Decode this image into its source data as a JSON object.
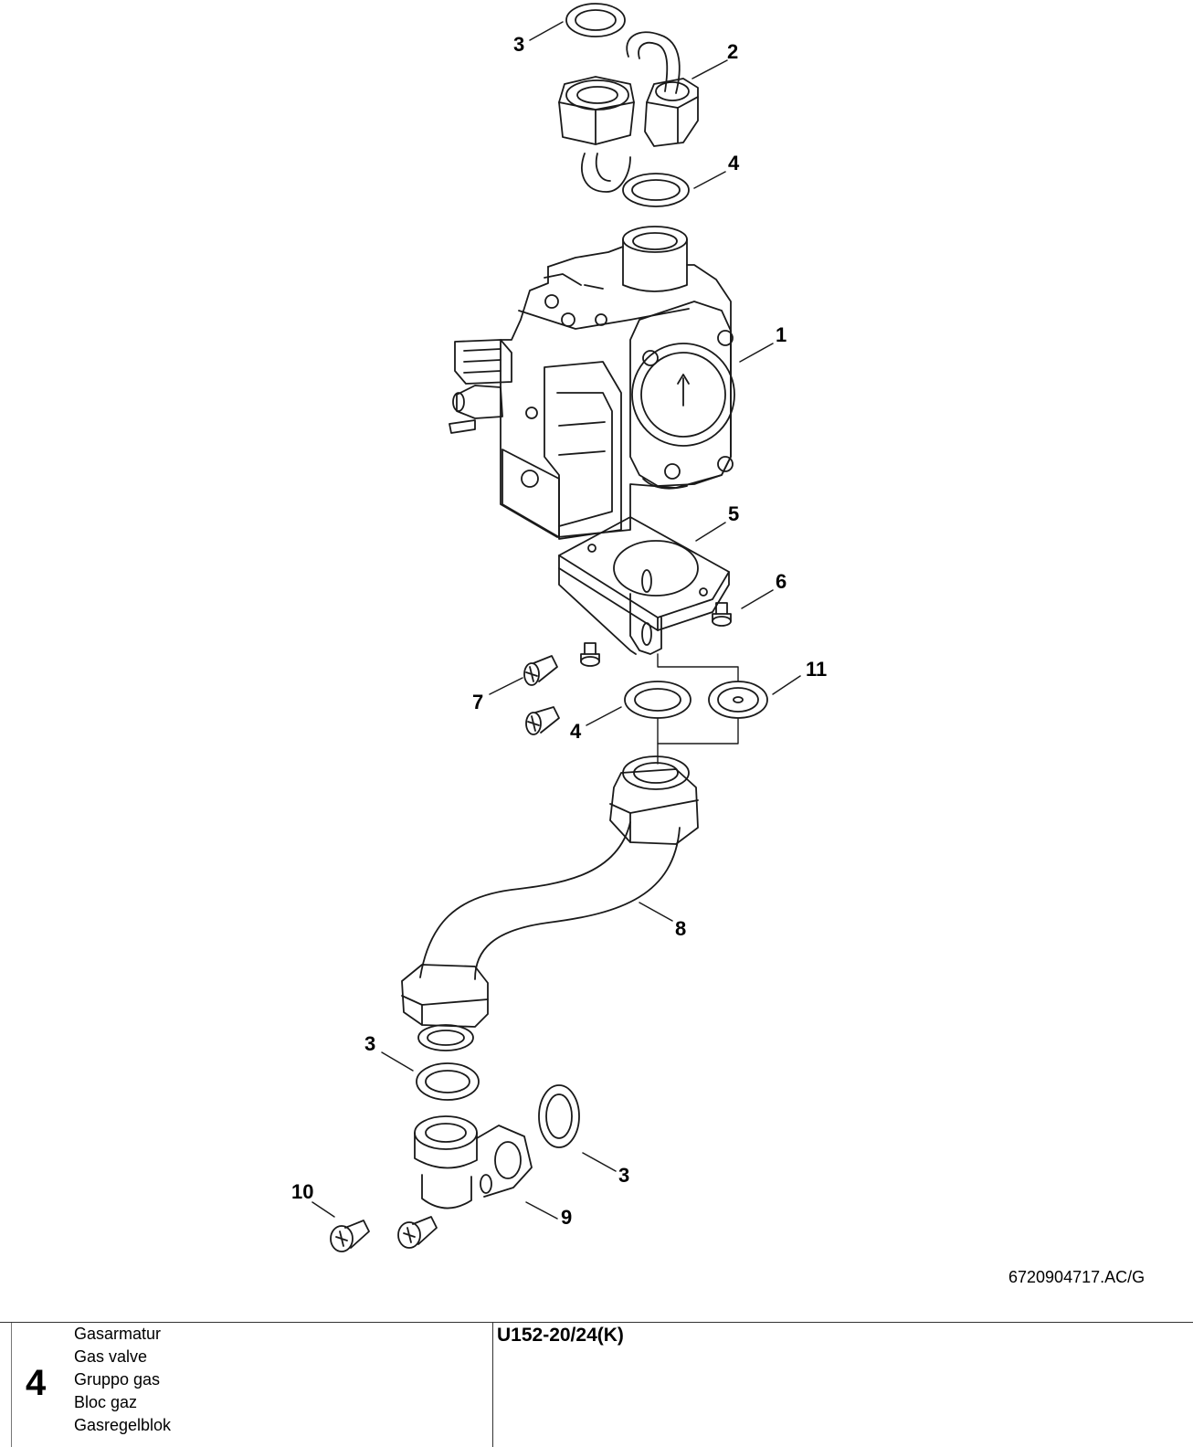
{
  "callouts": [
    {
      "id": "c3a",
      "text": "3"
    },
    {
      "id": "c2",
      "text": "2"
    },
    {
      "id": "c4a",
      "text": "4"
    },
    {
      "id": "c1",
      "text": "1"
    },
    {
      "id": "c5",
      "text": "5"
    },
    {
      "id": "c6",
      "text": "6"
    },
    {
      "id": "c11",
      "text": "11"
    },
    {
      "id": "c7",
      "text": "7"
    },
    {
      "id": "c4b",
      "text": "4"
    },
    {
      "id": "c8",
      "text": "8"
    },
    {
      "id": "c3b",
      "text": "3"
    },
    {
      "id": "c3c",
      "text": "3"
    },
    {
      "id": "c10",
      "text": "10"
    },
    {
      "id": "c9",
      "text": "9"
    }
  ],
  "reference": "6720904717.AC/G",
  "footer": {
    "number": "4",
    "names": [
      "Gasarmatur",
      "Gas valve",
      "Gruppo gas",
      "Bloc gaz",
      "Gasregelblok"
    ],
    "model": "U152-20/24(K)"
  }
}
